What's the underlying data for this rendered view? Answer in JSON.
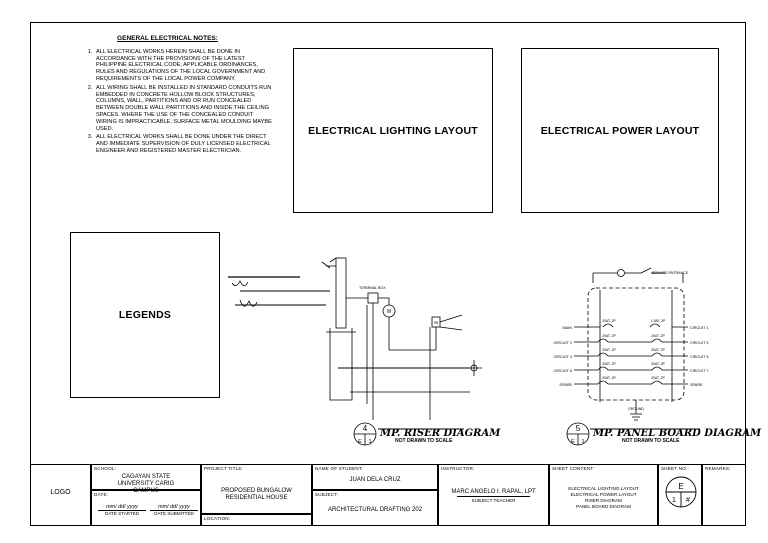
{
  "notes": {
    "title": "GENERAL ELECTRICAL NOTES:",
    "items": [
      "ALL ELECTRICAL WORKS HEREIN SHALL BE DONE IN ACCORDANCE WITH THE PROVISIONS OF THE LATEST PHILIPPINE ELECTRICAL CODE, APPLICABLE ORDINANCES, RULES AND REGULATIONS OF THE LOCAL GOVERNMENT AND REQUIREMENTS OF THE LOCAL POWER COMPANY.",
      "ALL WIRING SHALL BE INSTALLED IN STANDARD CONDUITS RUN EMBEDDED IN CONCRETE HOLLOW BLOCK STRUCTURES, COLUMNS, WALL, PARTITIONS AND OR RUN CONCEALED BETWEEN DOUBLE WALL PARTITIONS AND INSIDE THE CEILING SPACES. WHERE THE USE OF THE CONCEALED CONDUIT WIRING IS IMPRACTICABLE, SURFACE METAL MOULDING MAYBE USED.",
      "ALL ELECTRICAL WORKS SHALL BE DONE UNDER THE DIRECT AND IMMEDIATE SUPERVISION OF DULY LICENSED ELECTRICAL ENGINEER AND REGISTERED MASTER ELECTRICIAN."
    ]
  },
  "panels": {
    "lighting": "ELECTRICAL LIGHTING LAYOUT",
    "power": "ELECTRICAL POWER LAYOUT",
    "legends": "LEGENDS"
  },
  "riser": {
    "number": "4",
    "sheet_letter": "E",
    "sheet_no": "1",
    "title": "MP. RISER DIAGRAM",
    "scale": "NOT DRAWN TO SCALE",
    "labels": {
      "terminal_box": "TERMINAL BOX",
      "meter": "M",
      "panel": "PB"
    }
  },
  "panelboard": {
    "number": "5",
    "sheet_letter": "E",
    "sheet_no": "1",
    "title": "MP. PANEL BOARD DIAGRAM",
    "scale": "NOT DRAWN TO SCALE",
    "service_entrance": "SERVICE ENTRANCE",
    "ground": "GROUND",
    "main": "MAIN",
    "spare": "SPARE",
    "breaker": "20AT, 2P",
    "breaker_right": "1 5AT, 2P",
    "left_circuits": [
      "MAIN",
      "CIRCUIT 2",
      "CIRCUIT 4",
      "CIRCUIT 6",
      "SPARE"
    ],
    "right_circuits": [
      "CIRCUIT 1",
      "CIRCUIT 3",
      "CIRCUIT 5",
      "CIRCUIT 7",
      "SPARE"
    ]
  },
  "titleblock": {
    "logo": "LOGO",
    "school_label": "SCHOOL:",
    "school": "CAGAYAN STATE UNIVERSITY CARIG CAMPUS",
    "date_label": "DATE:",
    "date_started_value": "mm/ dd/ yyyy",
    "date_started_label": "DATE STARTED",
    "date_submitted_value": "mm/ dd/ yyyy",
    "date_submitted_label": "DATE SUBMITTED",
    "project_label": "PROJECT TITLE:",
    "project": "PROPOSED BUNGALOW RESIDENTIAL HOUSE",
    "location_label": "LOCATION:",
    "student_label": "NAME OF STUDENT:",
    "student": "JUAN DELA CRUZ",
    "subject_label": "SUBJECT:",
    "subject": "ARCHITECTURAL DRAFTING 202",
    "instructor_label": "INSTRUCTOR:",
    "instructor": "MARC ANGELO I. RAPAL, LPT",
    "instructor_role": "SUBJECT TEACHER",
    "content_label": "SHEET CONTENT:",
    "content": [
      "ELECTRICAL LIGHTING LAYOUT",
      "ELECTRICAL POWER LAYOUT",
      "RISER DIAGRAM",
      "PANEL BOARD DIAGRAM"
    ],
    "sheetno_label": "SHEET NO.:",
    "sheet_letter": "E",
    "sheet_num": "1",
    "sheet_total": "#",
    "remarks_label": "REMARKS:"
  }
}
